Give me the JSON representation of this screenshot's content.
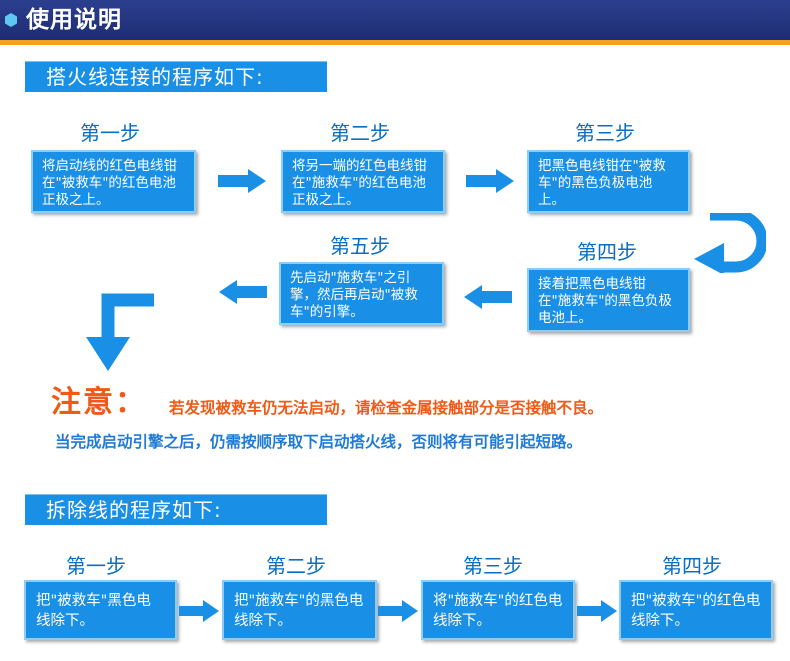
{
  "header": {
    "title": "使用说明"
  },
  "connect": {
    "title": "搭火线连接的程序如下:",
    "steps": [
      {
        "title": "第一步",
        "text": "将启动线的红色电线钳在\"被救车\"的红色电池正极之上。"
      },
      {
        "title": "第二步",
        "text": "将另一端的红色电线钳在\"施救车\"的红色电池正极之上。"
      },
      {
        "title": "第三步",
        "text": "把黑色电线钳在\"被救车\"的黑色负极电池上。"
      },
      {
        "title": "第四步",
        "text": "接着把黑色电线钳在\"施救车\"的黑色负极电池上。"
      },
      {
        "title": "第五步",
        "text": "先启动\"施救车\"之引擎，然后再启动\"被救车\"的引擎。"
      }
    ]
  },
  "notice": {
    "head": "注意：",
    "line1": "若发现被救车仍无法启动，请检查金属接触部分是否接触不良。",
    "line2": "当完成启动引擎之后，仍需按顺序取下启动搭火线，否则将有可能引起短路。"
  },
  "remove": {
    "title": "拆除线的程序如下:",
    "steps": [
      {
        "title": "第一步",
        "text": "把\"被救车\"黑色电线除下。"
      },
      {
        "title": "第二步",
        "text": "把\"施救车\"的黑色电线除下。"
      },
      {
        "title": "第三步",
        "text": "将\"施救车\"的红色电线除下。"
      },
      {
        "title": "第四步",
        "text": "把\"被救车\"的红色电线除下。"
      }
    ]
  },
  "colors": {
    "header": "#1d2c72",
    "accent_line": "#f4a21c",
    "box": "#1a8fe6",
    "step_title": "#0a6ec4",
    "warning": "#f05a17",
    "info": "#1f7bd6"
  },
  "icons": {
    "header_dot": "hexagon-bullet-icon",
    "arrow": "right-arrow-icon",
    "u_turn": "u-turn-arrow-icon",
    "corner": "corner-down-arrow-icon"
  }
}
